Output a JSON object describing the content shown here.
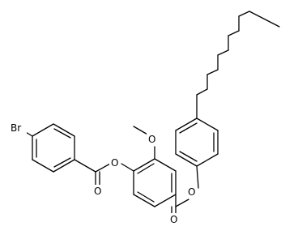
{
  "atoms": {
    "br": "Br",
    "o_ester_left_single": "O",
    "o_ester_left_double": "O",
    "o_methoxy": "O",
    "o_ester_right_single": "O",
    "o_ester_right_double": "O"
  },
  "colors": {
    "bond": "#000000",
    "background": "#ffffff"
  }
}
